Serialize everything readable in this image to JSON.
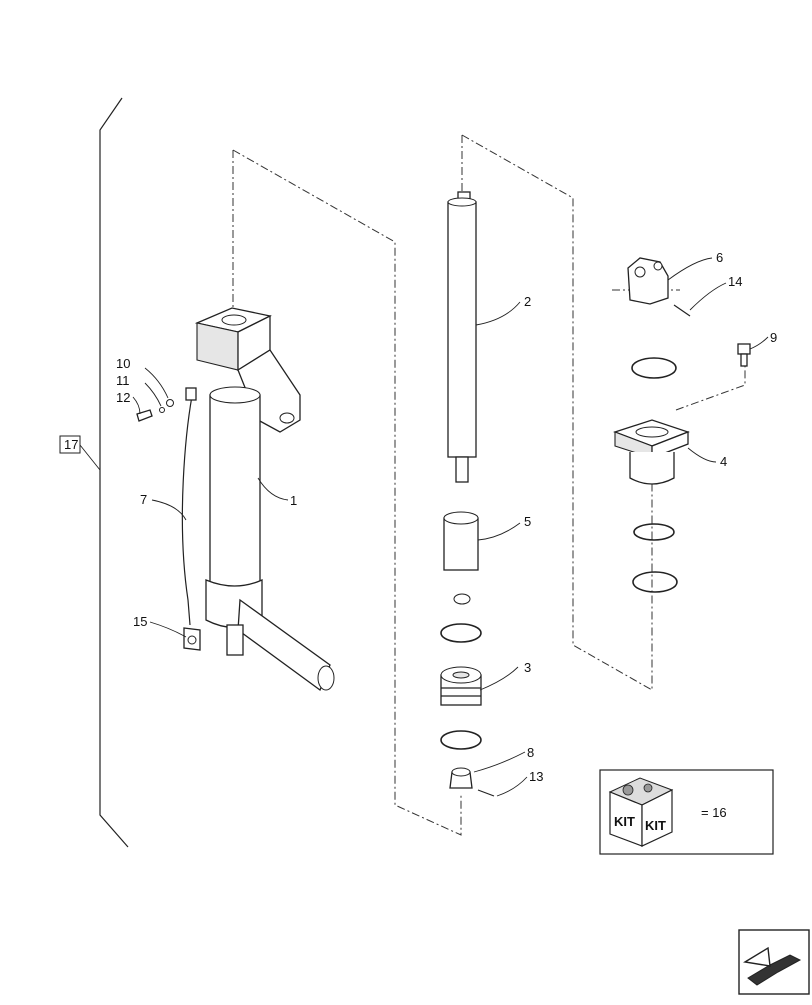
{
  "diagram": {
    "callouts": [
      {
        "id": "c1",
        "label": "1"
      },
      {
        "id": "c2",
        "label": "2"
      },
      {
        "id": "c3",
        "label": "3"
      },
      {
        "id": "c4",
        "label": "4"
      },
      {
        "id": "c5",
        "label": "5"
      },
      {
        "id": "c6",
        "label": "6"
      },
      {
        "id": "c7",
        "label": "7"
      },
      {
        "id": "c8",
        "label": "8"
      },
      {
        "id": "c9",
        "label": "9"
      },
      {
        "id": "c10",
        "label": "10"
      },
      {
        "id": "c11",
        "label": "11"
      },
      {
        "id": "c12",
        "label": "12"
      },
      {
        "id": "c13",
        "label": "13"
      },
      {
        "id": "c14",
        "label": "14"
      },
      {
        "id": "c15",
        "label": "15"
      }
    ],
    "group_label": "17",
    "kit": {
      "badge_text_1": "KIT",
      "badge_text_2": "KIT",
      "equals_text": "= 16"
    },
    "nav_icon": "navigation-arrow-icon"
  }
}
